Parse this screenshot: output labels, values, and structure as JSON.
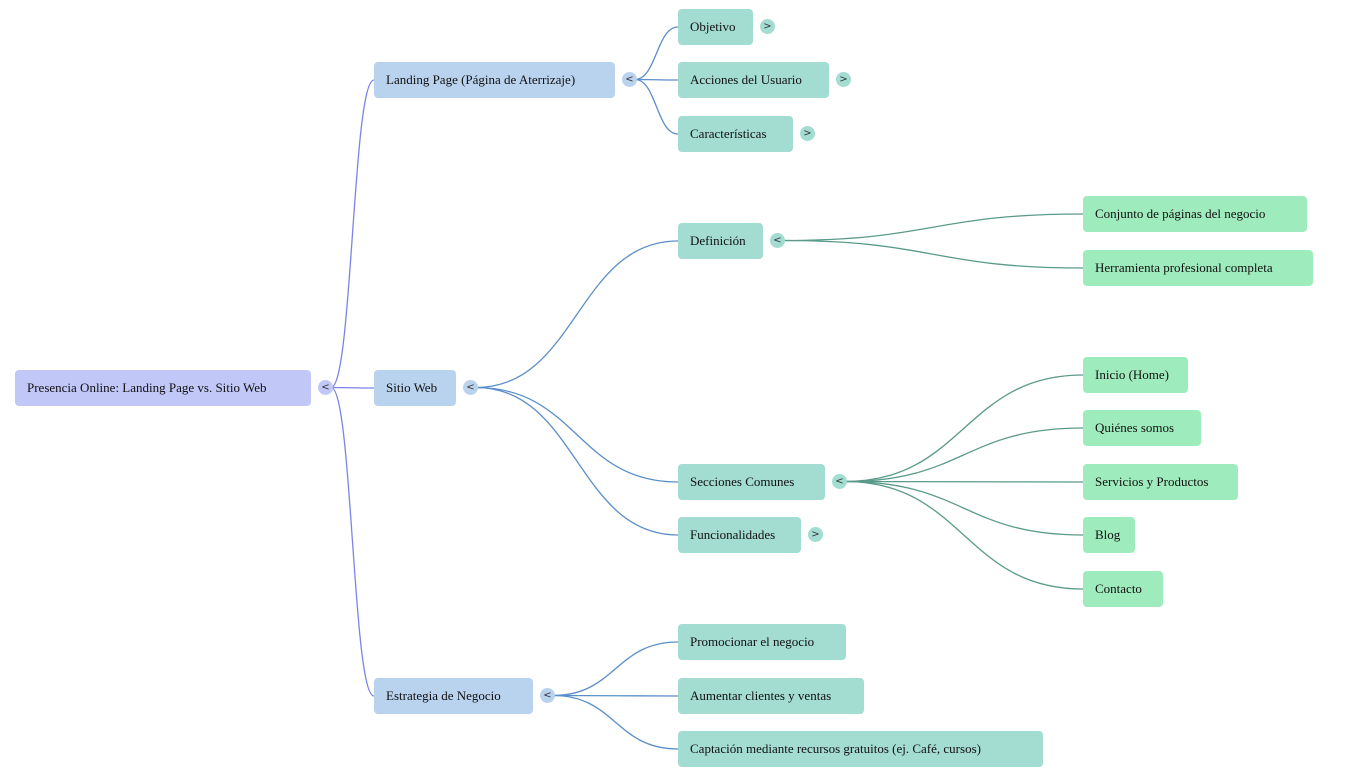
{
  "title": "Presencia Online: Landing Page vs. Sitio Web",
  "colors": {
    "root": "#c1c8f8",
    "level1": "#b9d3ef",
    "level2": "#a3dcd1",
    "level3": "#9eecbd",
    "edge_root": "#7b84e6",
    "edge_level1": "#5b8fc9",
    "edge_level2": "#5a9a8a"
  },
  "nodes": {
    "root": {
      "label": "Presencia Online: Landing Page vs. Sitio Web",
      "toggle": "<"
    },
    "landing": {
      "label": "Landing Page (Página de Aterrizaje)",
      "toggle": "<"
    },
    "objetivo": {
      "label": "Objetivo",
      "toggle": ">"
    },
    "acciones": {
      "label": "Acciones del Usuario",
      "toggle": ">"
    },
    "caracteristicas": {
      "label": "Características",
      "toggle": ">"
    },
    "sitio": {
      "label": "Sitio Web",
      "toggle": "<"
    },
    "definicion": {
      "label": "Definición",
      "toggle": "<"
    },
    "conjunto": {
      "label": "Conjunto de páginas del negocio"
    },
    "herramienta": {
      "label": "Herramienta profesional completa"
    },
    "secciones": {
      "label": "Secciones Comunes",
      "toggle": "<"
    },
    "inicio": {
      "label": "Inicio (Home)"
    },
    "quienes": {
      "label": "Quiénes somos"
    },
    "servicios": {
      "label": "Servicios y Productos"
    },
    "blog": {
      "label": "Blog"
    },
    "contacto": {
      "label": "Contacto"
    },
    "funcionalidades": {
      "label": "Funcionalidades",
      "toggle": ">"
    },
    "estrategia": {
      "label": "Estrategia de Negocio",
      "toggle": "<"
    },
    "promocionar": {
      "label": "Promocionar el negocio"
    },
    "aumentar": {
      "label": "Aumentar clientes y ventas"
    },
    "captacion": {
      "label": "Captación mediante recursos gratuitos (ej. Café, cursos)"
    }
  },
  "edges": [
    [
      "root",
      "landing"
    ],
    [
      "root",
      "sitio"
    ],
    [
      "root",
      "estrategia"
    ],
    [
      "landing",
      "objetivo"
    ],
    [
      "landing",
      "acciones"
    ],
    [
      "landing",
      "caracteristicas"
    ],
    [
      "sitio",
      "definicion"
    ],
    [
      "sitio",
      "secciones"
    ],
    [
      "sitio",
      "funcionalidades"
    ],
    [
      "definicion",
      "conjunto"
    ],
    [
      "definicion",
      "herramienta"
    ],
    [
      "secciones",
      "inicio"
    ],
    [
      "secciones",
      "quienes"
    ],
    [
      "secciones",
      "servicios"
    ],
    [
      "secciones",
      "blog"
    ],
    [
      "secciones",
      "contacto"
    ],
    [
      "estrategia",
      "promocionar"
    ],
    [
      "estrategia",
      "aumentar"
    ],
    [
      "estrategia",
      "captacion"
    ]
  ]
}
